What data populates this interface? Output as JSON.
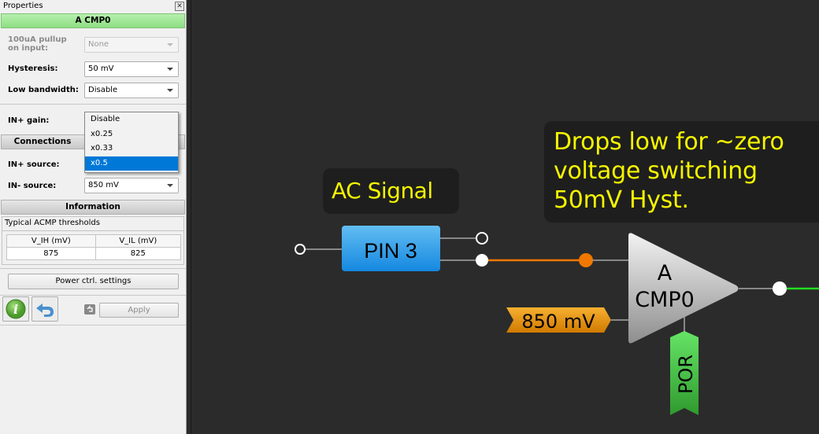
{
  "panel": {
    "title": "Properties",
    "close_icon": "close-icon",
    "header": "A CMP0",
    "fields": {
      "pullup": {
        "label": "100uA pullup on input:",
        "value": "None"
      },
      "hysteresis": {
        "label": "Hysteresis:",
        "value": "50 mV"
      },
      "low_bandwidth": {
        "label": "Low bandwidth:",
        "value": "Disable"
      },
      "in_gain": {
        "label": "IN+ gain:"
      },
      "in_plus_source": {
        "label": "IN+ source:"
      },
      "in_minus_source": {
        "label": "IN- source:",
        "value": "850 mV"
      }
    },
    "gain_dropdown": {
      "options": [
        "Disable",
        "x0.25",
        "x0.33",
        "x0.5"
      ],
      "selected": "x0.5"
    },
    "connections_header": "Connections",
    "information_header": "Information",
    "thresholds": {
      "caption": "Typical ACMP thresholds",
      "headers": [
        "V_IH (mV)",
        "V_IL (mV)"
      ],
      "values": [
        "875",
        "825"
      ]
    },
    "power_button": "Power ctrl. settings",
    "apply_button": "Apply"
  },
  "canvas": {
    "note_ac": "AC Signal",
    "note_zvs": [
      "Drops low for ~zero",
      "voltage switching",
      "50mV Hyst."
    ],
    "pin_label": "PIN 3",
    "comparator": [
      "A",
      "CMP0"
    ],
    "vref_label": "850 mV",
    "por_label": "POR",
    "colors": {
      "wire_orange": "#f07800",
      "wire_green": "#22dd22",
      "note_text": "#f5f500",
      "pin_blue": "#2196e8"
    }
  }
}
